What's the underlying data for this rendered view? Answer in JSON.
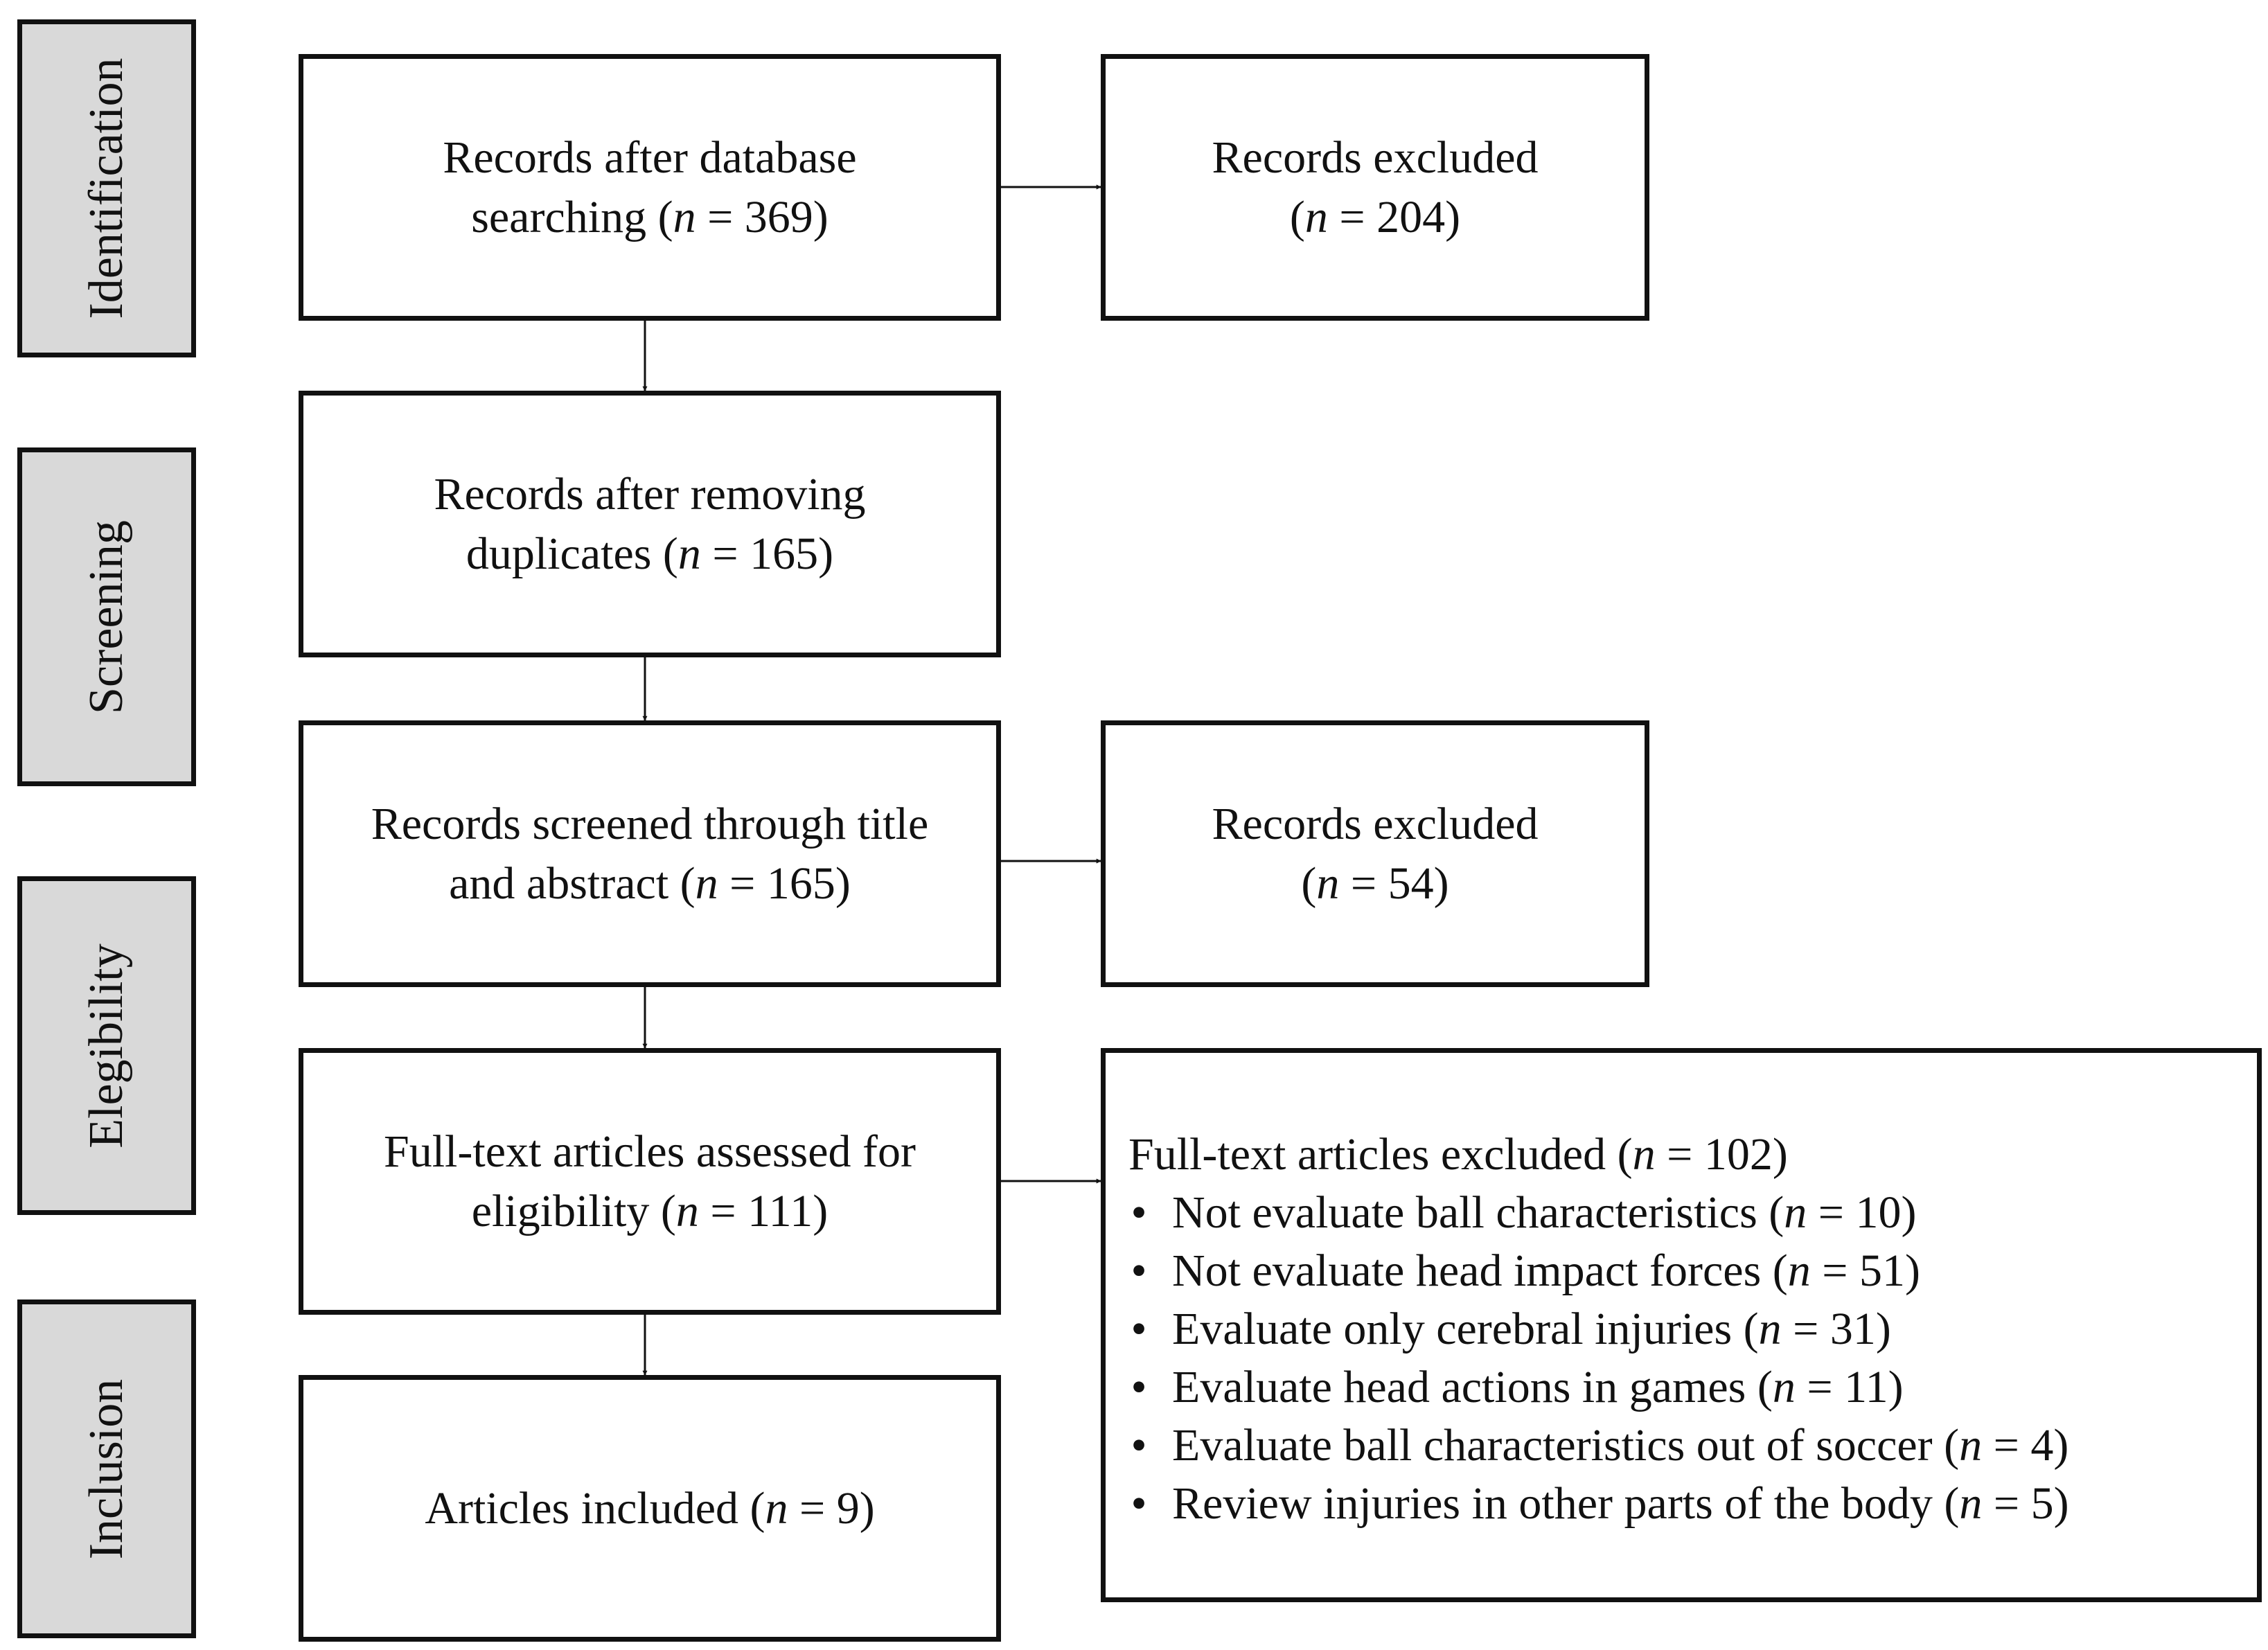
{
  "stages": [
    {
      "id": "identification",
      "label": "Identification"
    },
    {
      "id": "screening",
      "label": "Screening"
    },
    {
      "id": "elegibility",
      "label": "Elegibility"
    },
    {
      "id": "inclusion",
      "label": "Inclusion"
    }
  ],
  "boxes": {
    "database_search": {
      "line1": "Records after database",
      "line2_text": "searching (",
      "n_symbol": "n",
      "count": "= 369)"
    },
    "excluded_initial": {
      "line1": "Records excluded",
      "line2_open": "(",
      "n_symbol": "n",
      "count": "= 204)"
    },
    "duplicates_removed": {
      "line1": "Records after removing",
      "line2_text": "duplicates (",
      "n_symbol": "n",
      "count": "= 165)"
    },
    "title_abstract": {
      "line1": "Records screened through title",
      "line2_text": "and abstract (",
      "n_symbol": "n",
      "count": "= 165)"
    },
    "excluded_screening": {
      "line1": "Records excluded",
      "line2_open": "(",
      "n_symbol": "n",
      "count": "= 54)"
    },
    "full_text_assessed": {
      "line1": "Full-text articles assessed for",
      "line2_text": "eligibility (",
      "n_symbol": "n",
      "count": "= 111)"
    },
    "included": {
      "line1_text": "Articles included (",
      "n_symbol": "n",
      "count": "= 9)"
    },
    "full_text_excluded": {
      "title_text": "Full-text articles excluded (",
      "n_symbol": "n",
      "count": "= 102)",
      "bullet": "•",
      "reasons": [
        {
          "text": "Not evaluate ball characteristics (",
          "n_symbol": "n",
          "count": "= 10)"
        },
        {
          "text": "Not evaluate head impact forces (",
          "n_symbol": "n",
          "count": "= 51)"
        },
        {
          "text": "Evaluate only cerebral injuries (",
          "n_symbol": "n",
          "count": "= 31)"
        },
        {
          "text": "Evaluate head actions in games (",
          "n_symbol": "n",
          "count": "= 11)"
        },
        {
          "text": "Evaluate ball characteristics out of soccer (",
          "n_symbol": "n",
          "count": "= 4)"
        },
        {
          "text": "Review injuries in other parts of the body (",
          "n_symbol": "n",
          "count": "= 5)"
        }
      ]
    }
  },
  "colors": {
    "stage_fill": "#d9d9d9",
    "border": "#111111",
    "box_fill": "#ffffff",
    "text": "#111111"
  }
}
